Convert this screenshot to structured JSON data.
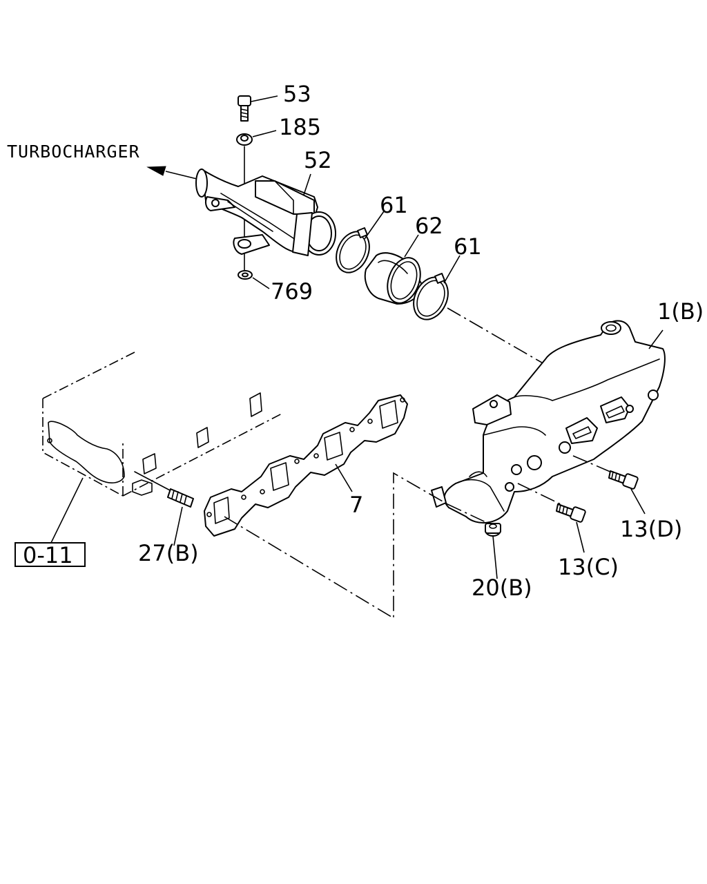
{
  "direction_label": "TURBOCHARGER",
  "reference_box": "0-11",
  "callouts": {
    "p53": "53",
    "p185": "185",
    "p52": "52",
    "p61a": "61",
    "p62": "62",
    "p61b": "61",
    "p769": "769",
    "p1b": "1(B)",
    "p7": "7",
    "p27b": "27(B)",
    "p13d": "13(D)",
    "p13c": "13(C)",
    "p20b": "20(B)"
  }
}
